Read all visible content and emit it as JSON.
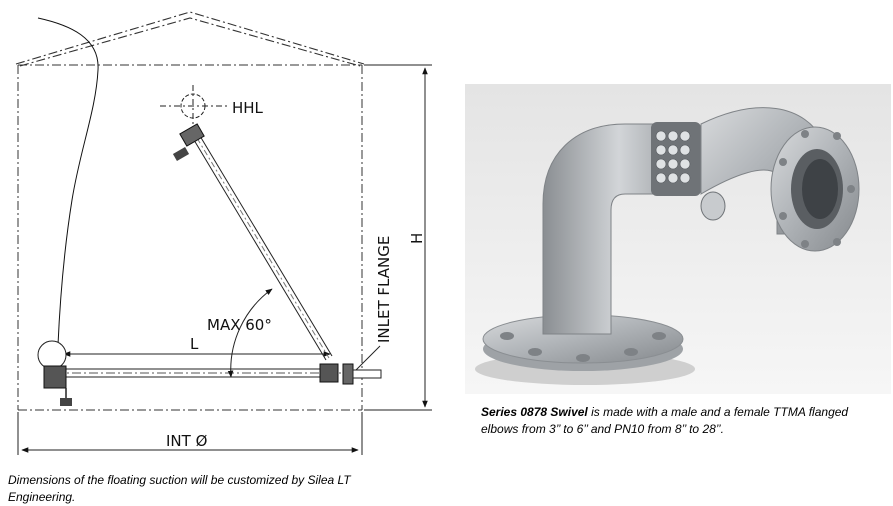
{
  "diagram": {
    "labels": {
      "hhl": "HHL",
      "max_angle": "MAX 60°",
      "length": "L",
      "height": "H",
      "inlet_flange": "INLET FLANGE",
      "int_diameter": "INT Ø"
    }
  },
  "photo": {
    "icon": "swivel-joint-photo"
  },
  "caption": {
    "series": "Series 0878 Swivel",
    "text": " is made with  a male and a female TTMA flanged elbows from  3’’ to 6’’ and PN10 from 8’’ to 28’’."
  },
  "note": {
    "text": "Dimensions of the floating suction will be customized by Silea LT Engineering."
  }
}
